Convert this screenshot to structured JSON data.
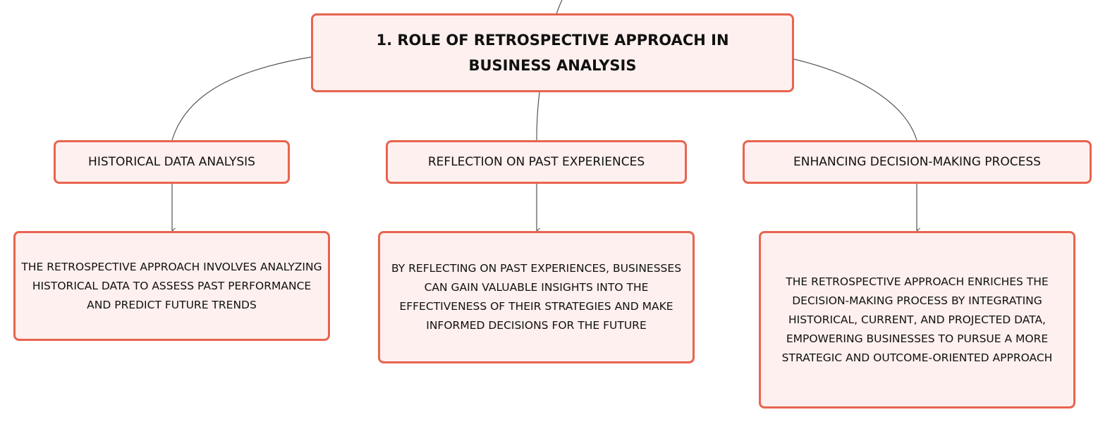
{
  "diagram": {
    "root": {
      "title": "1. ROLE OF RETROSPECTIVE APPROACH IN BUSINESS ANALYSIS"
    },
    "topics": [
      {
        "label": "HISTORICAL DATA ANALYSIS",
        "detail": "THE RETROSPECTIVE APPROACH INVOLVES ANALYZING HISTORICAL DATA TO ASSESS PAST PERFORMANCE AND PREDICT FUTURE TRENDS"
      },
      {
        "label": "REFLECTION ON PAST EXPERIENCES",
        "detail": "BY REFLECTING ON PAST EXPERIENCES, BUSINESSES CAN GAIN VALUABLE INSIGHTS INTO THE EFFECTIVENESS OF THEIR STRATEGIES AND MAKE INFORMED DECISIONS FOR THE FUTURE"
      },
      {
        "label": "ENHANCING DECISION-MAKING PROCESS",
        "detail": "THE RETROSPECTIVE APPROACH ENRICHES THE DECISION-MAKING PROCESS BY INTEGRATING HISTORICAL, CURRENT, AND PROJECTED DATA, EMPOWERING BUSINESSES TO PURSUE A MORE STRATEGIC AND OUTCOME-ORIENTED APPROACH"
      }
    ],
    "colors": {
      "node_border": "#e8644f",
      "node_fill": "#fdf0ee",
      "connector": "#555555",
      "text": "#111111"
    }
  }
}
